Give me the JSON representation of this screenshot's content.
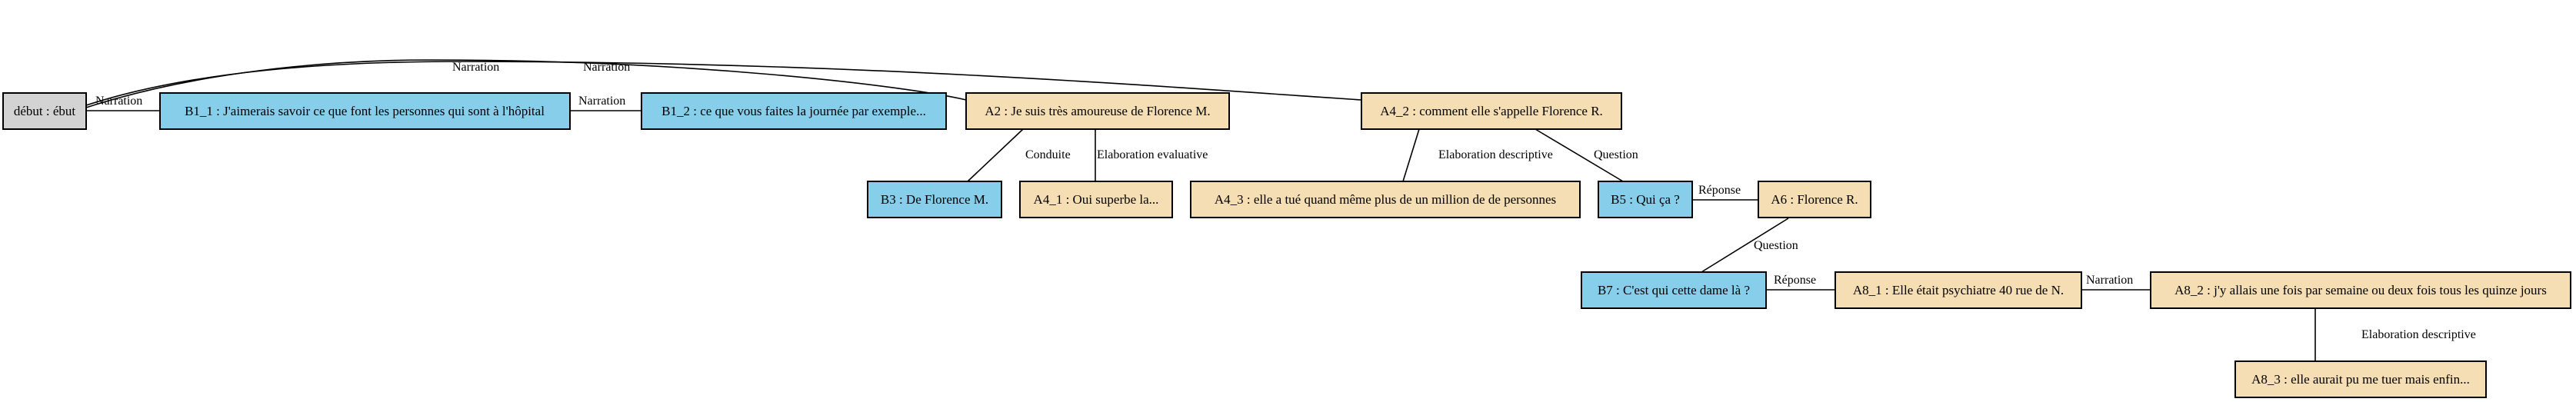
{
  "colors": {
    "start": "#d3d3d3",
    "speaker_b": "#87ceeb",
    "speaker_a": "#f5deb3",
    "line": "#000000"
  },
  "nodes": {
    "debut": {
      "label": "début : ébut",
      "kind": "start"
    },
    "b1_1": {
      "label": "B1_1 : J'aimerais savoir ce que font les personnes qui sont à l'hôpital",
      "kind": "speaker_b"
    },
    "b1_2": {
      "label": "B1_2 : ce que vous faites la journée par exemple...",
      "kind": "speaker_b"
    },
    "a2": {
      "label": "A2 : Je suis très amoureuse de Florence M.",
      "kind": "speaker_a"
    },
    "a4_2": {
      "label": "A4_2 : comment elle s'appelle Florence R.",
      "kind": "speaker_a"
    },
    "b3": {
      "label": "B3 : De Florence M.",
      "kind": "speaker_b"
    },
    "a4_1": {
      "label": "A4_1 : Oui superbe la...",
      "kind": "speaker_a"
    },
    "a4_3": {
      "label": "A4_3 : elle a tué quand même plus de un million de de personnes",
      "kind": "speaker_a"
    },
    "b5": {
      "label": "B5 : Qui ça ?",
      "kind": "speaker_b"
    },
    "a6": {
      "label": "A6 : Florence R.",
      "kind": "speaker_a"
    },
    "b7": {
      "label": "B7 : C'est qui cette dame là ?",
      "kind": "speaker_b"
    },
    "a8_1": {
      "label": "A8_1 : Elle était psychiatre 40 rue de N.",
      "kind": "speaker_a"
    },
    "a8_2": {
      "label": "A8_2 : j'y allais une fois par semaine ou deux fois tous les quinze jours",
      "kind": "speaker_a"
    },
    "a8_3": {
      "label": "A8_3 : elle aurait pu me tuer mais enfin...",
      "kind": "speaker_a"
    }
  },
  "edges": [
    {
      "from": "debut",
      "to": "b1_1",
      "label": "Narration"
    },
    {
      "from": "b1_1",
      "to": "b1_2",
      "label": "Narration"
    },
    {
      "from": "debut",
      "to": "a2",
      "label": "Narration"
    },
    {
      "from": "debut",
      "to": "a4_2",
      "label": "Narration"
    },
    {
      "from": "a2",
      "to": "b3",
      "label": "Conduite"
    },
    {
      "from": "a2",
      "to": "a4_1",
      "label": "Elaboration evaluative"
    },
    {
      "from": "a4_2",
      "to": "a4_3",
      "label": "Elaboration descriptive"
    },
    {
      "from": "a4_2",
      "to": "b5",
      "label": "Question"
    },
    {
      "from": "b5",
      "to": "a6",
      "label": "Réponse"
    },
    {
      "from": "a6",
      "to": "b7",
      "label": "Question"
    },
    {
      "from": "b7",
      "to": "a8_1",
      "label": "Réponse"
    },
    {
      "from": "a8_1",
      "to": "a8_2",
      "label": "Narration"
    },
    {
      "from": "a8_2",
      "to": "a8_3",
      "label": "Elaboration descriptive"
    }
  ]
}
